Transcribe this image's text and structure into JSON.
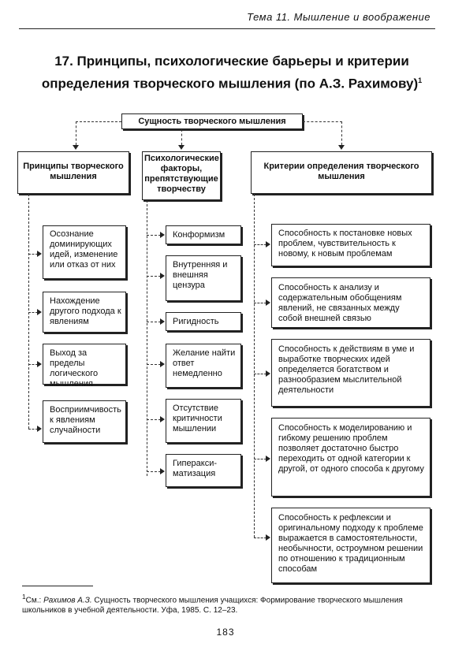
{
  "header": {
    "running_title": "Тема 11. Мышление и воображение"
  },
  "title": {
    "line1": "17. Принципы, психологические барьеры и критерии",
    "line2": "определения творческого мышления (по А.З. Рахимову)",
    "footnote_mark": "1"
  },
  "root": {
    "label": "Сущность творческого мышления"
  },
  "columns": {
    "principles": {
      "heading": "Принципы творческого мышления",
      "items": [
        "Осознание доминирующих идей, изменение или отказ от них",
        "Нахождение другого подхода к явлениям",
        "Выход за пределы логического мышления",
        "Восприимчивость к явлениям случайности"
      ]
    },
    "barriers": {
      "heading": "Психологические факторы, препятствующие творчеству",
      "items": [
        "Конформизм",
        "Внутренняя и внешняя цензура",
        "Ригидность",
        "Желание найти ответ немедленно",
        "Отсутствие критичности мышлении",
        "Гиперакси-матизация"
      ]
    },
    "criteria": {
      "heading": "Критерии определения творческого мышления",
      "items": [
        "Способность к постановке новых проблем, чувствительность к новому, к новым проблемам",
        "Способность к анализу и содержательным обобщениям явлений, не связанных между собой внешней связью",
        "Способность к действиям в уме и выработке творческих идей определяется богатством и разнообразием мыслительной деятельности",
        "Способность к моделированию и гибкому решению проблем позволяет достаточно быстро переходить от одной категории к другой, от одного способа к другому",
        "Способность к рефлексии и оригинальному подходу к проблеме выражается в самостоятельности, необычности, остроумном решении по отношению к традиционным способам"
      ]
    }
  },
  "footnote": {
    "mark": "1",
    "prefix": "См.: ",
    "author": "Рахимов А.З.",
    "text": " Сущность творческого мышления учащихся: Формирование творческого мышления школьников в учебной деятельности. Уфа, 1985. С. 12–23."
  },
  "page_number": "183"
}
